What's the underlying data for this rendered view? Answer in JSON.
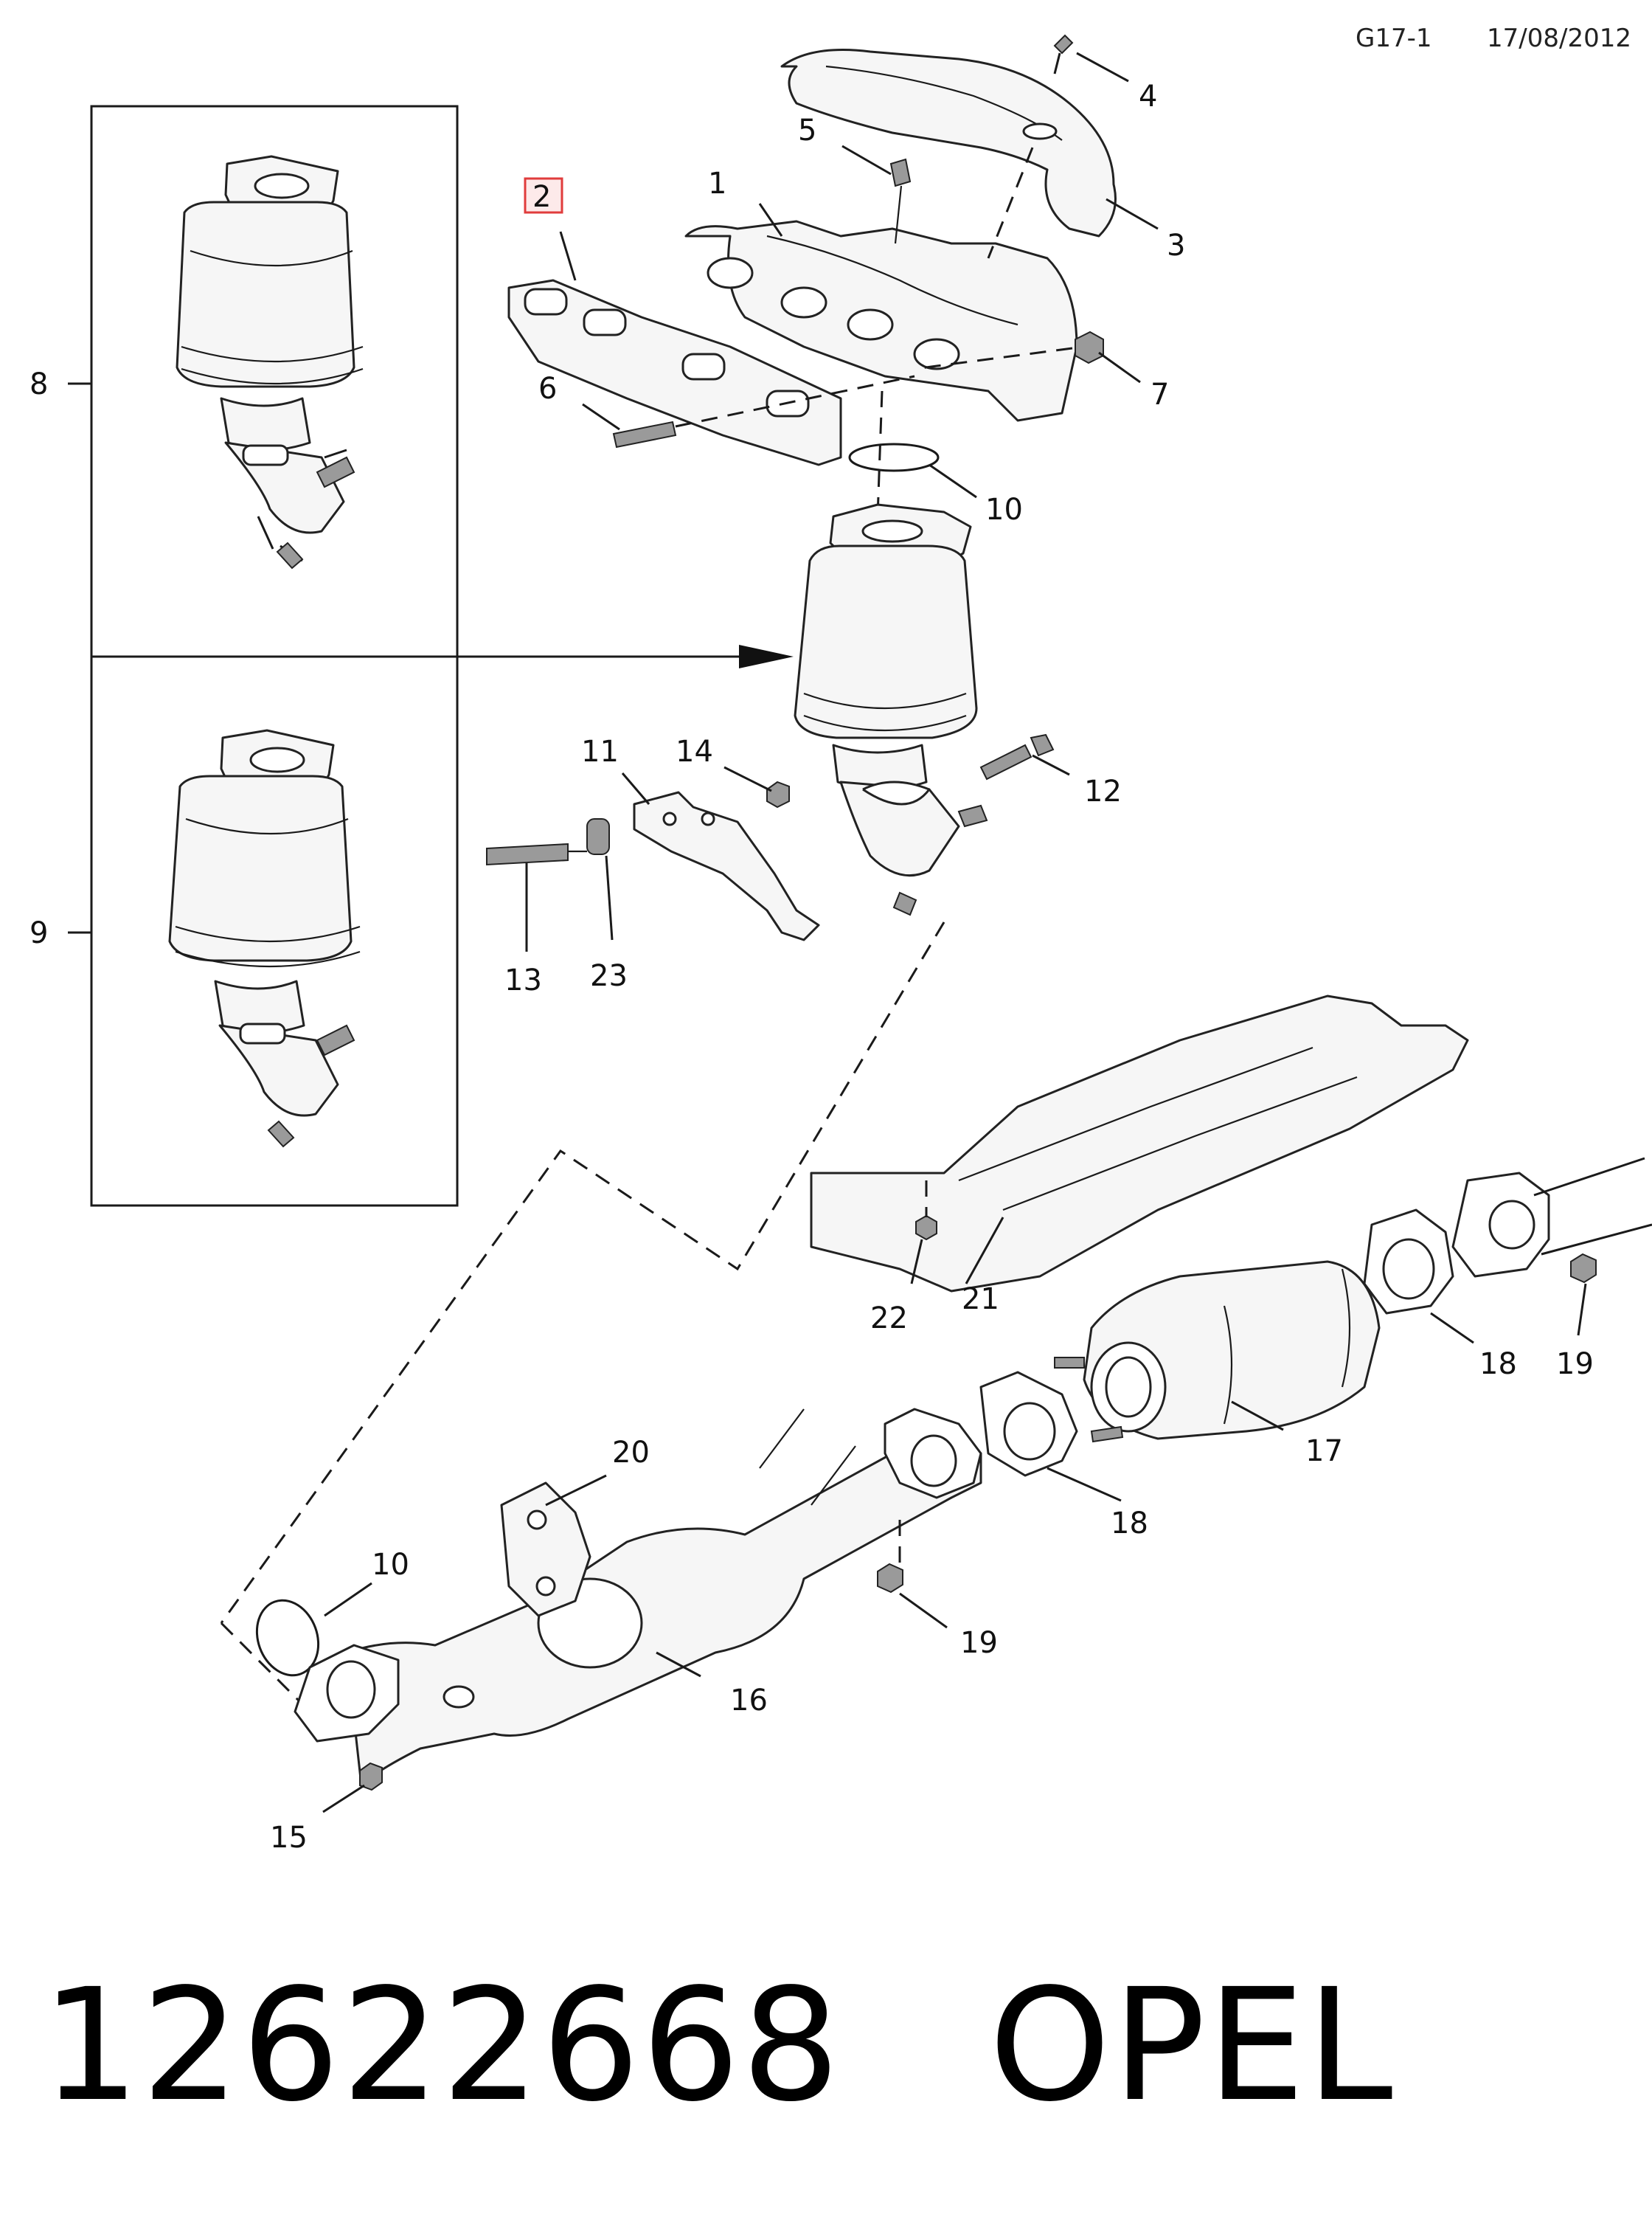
{
  "header": {
    "drawing_code": "G17-1",
    "date": "17/08/2012"
  },
  "callouts": {
    "c1": "1",
    "c2": "2",
    "c3": "3",
    "c4": "4",
    "c5": "5",
    "c6": "6",
    "c7": "7",
    "c8": "8",
    "c9": "9",
    "c10a": "10",
    "c10b": "10",
    "c11": "11",
    "c12": "12",
    "c13": "13",
    "c14": "14",
    "c15": "15",
    "c16": "16",
    "c17": "17",
    "c18a": "18",
    "c18b": "18",
    "c19a": "19",
    "c19b": "19",
    "c20": "20",
    "c21": "21",
    "c22": "22",
    "c23": "23"
  },
  "highlight": {
    "part_number": "2",
    "color": "#e03c3c"
  },
  "footer": {
    "part_number": "12622668",
    "brand": "OPEL"
  }
}
